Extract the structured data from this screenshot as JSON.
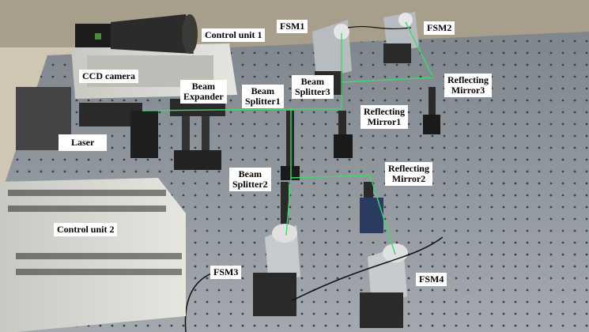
{
  "labels": {
    "control_unit_1": "Control unit 1",
    "ccd_camera": "CCD camera",
    "beam_expander": [
      "Beam",
      "Expander"
    ],
    "beam_splitter_1": [
      "Beam",
      "Splitter1"
    ],
    "beam_splitter_3": [
      "Beam",
      "Splitter3"
    ],
    "beam_splitter_2": [
      "Beam",
      "Splitter2"
    ],
    "fsm1": "FSM1",
    "fsm2": "FSM2",
    "fsm3": "FSM3",
    "fsm4": "FSM4",
    "reflecting_mirror_1": [
      "Reflecting",
      "Mirror1"
    ],
    "reflecting_mirror_2": [
      "Reflecting",
      "Mirror2"
    ],
    "reflecting_mirror_3": [
      "Reflecting",
      "Mirror3"
    ],
    "laser": "Laser",
    "control_unit_2": "Control unit 2"
  },
  "colors": {
    "optical_table": "#8c939b",
    "laser_beam": "#3fd86a",
    "floor": "#cfc6b4",
    "instrument_case": "#d8d8d2"
  }
}
